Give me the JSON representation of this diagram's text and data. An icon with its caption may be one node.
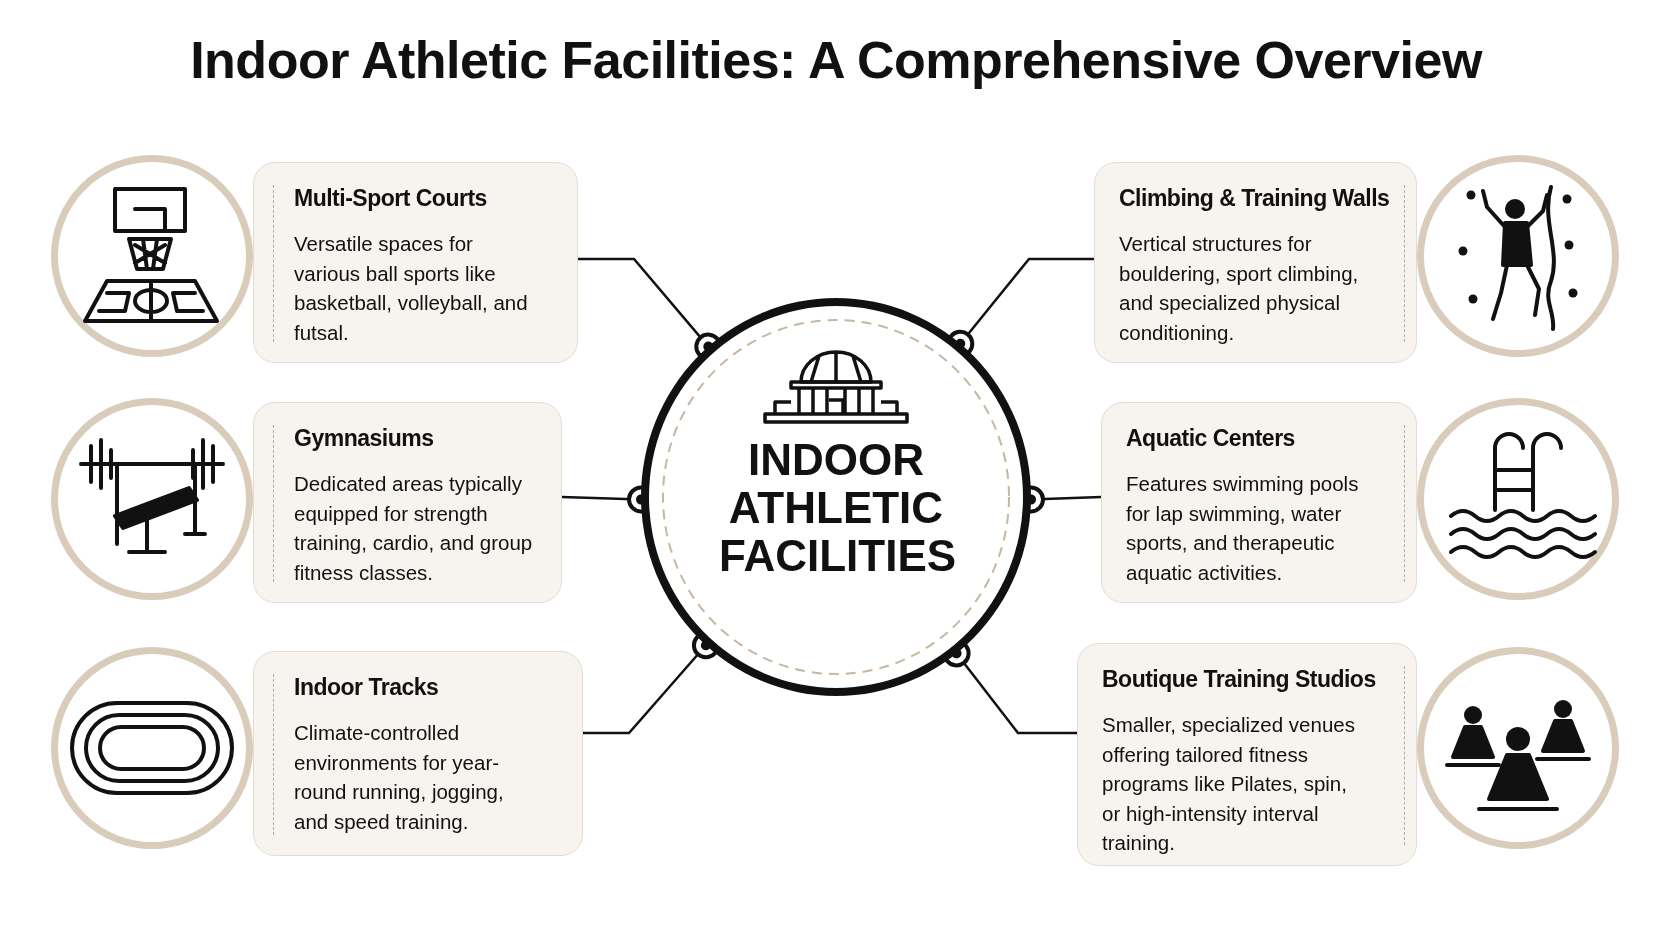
{
  "diagram": {
    "title": "Indoor Athletic Facilities: A Comprehensive Overview",
    "nodes": [
      {
        "text": [
          "INDOOR ATHLETIC FACILITIES"
        ]
      },
      {
        "text": [
          "Multi-Sport Courts",
          "Versatile spaces for various ball sports like basketball, volleyball, and futsal."
        ]
      },
      {
        "text": [
          "Climbing & Training Walls",
          "Vertical structures for bouldering, sport climbing, and specialized physical conditioning."
        ]
      },
      {
        "text": [
          "Gymnasiums",
          "Dedicated areas typically equipped for strength training, cardio, and group fitness classes."
        ]
      },
      {
        "text": [
          "Aquatic Centers",
          "Features swimming pools for lap swimming, water sports, and therapeutic aquatic activities."
        ]
      },
      {
        "text": [
          "Indoor Tracks",
          "Climate-controlled environments for year-round running, jogging, and speed training."
        ]
      },
      {
        "text": [
          "Boutique Training Studios",
          "Smaller, specialized venues offering tailored fitness programs like Pilates, spin, or high-intensity interval training."
        ]
      }
    ],
    "edges": [
      {
        "from": 0,
        "to": 1,
        "arrow": "other"
      },
      {
        "from": 0,
        "to": 2,
        "arrow": "other"
      },
      {
        "from": 0,
        "to": 3,
        "arrow": "other"
      },
      {
        "from": 0,
        "to": 4,
        "arrow": "other"
      },
      {
        "from": 0,
        "to": 5,
        "arrow": "other"
      },
      {
        "from": 0,
        "to": 6,
        "arrow": "other"
      }
    ]
  }
}
